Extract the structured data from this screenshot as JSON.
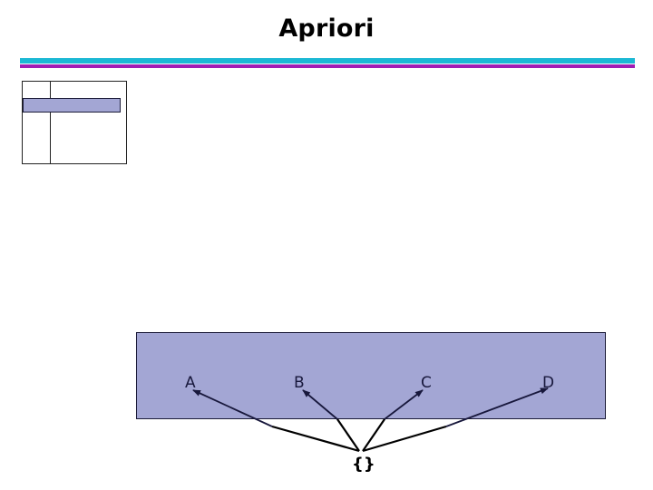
{
  "slide": {
    "title": "Apriori",
    "background_color": "#ffffff"
  },
  "decorations": {
    "rule_top_color": "#1bb8d4",
    "rule_bottom_color": "#a01cb4",
    "lavender_color": "#a3a6d4",
    "border_color": "#1b1b38",
    "label_color": "#18183c"
  },
  "table": {
    "name": "transaction-table",
    "highlighted_row_color": "#a3a6d4",
    "border_color": "#222222"
  },
  "lattice": {
    "level_band_label": "",
    "items": [
      {
        "label": "A"
      },
      {
        "label": "B"
      },
      {
        "label": "C"
      },
      {
        "label": "D"
      }
    ],
    "root": {
      "label": "{}"
    },
    "arrow_color_inside": "#18183c",
    "arrow_color_outside": "#000000"
  }
}
